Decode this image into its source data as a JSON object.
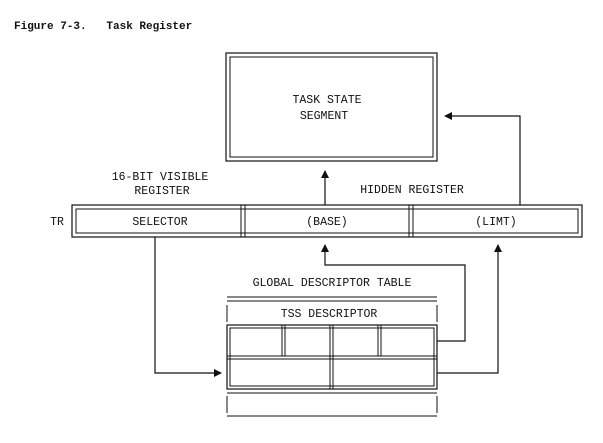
{
  "figure": {
    "title": "Figure 7-3.   Task Register"
  },
  "tss_box": {
    "line1": "TASK STATE",
    "line2": "SEGMENT"
  },
  "visible_label": {
    "line1": "16-BIT VISIBLE",
    "line2": "REGISTER"
  },
  "hidden_label": "HIDDEN REGISTER",
  "tr": {
    "name": "TR",
    "fields": [
      "SELECTOR",
      "(BASE)",
      "(LIMT)"
    ]
  },
  "gdt": {
    "title": "GLOBAL DESCRIPTOR TABLE",
    "descriptor_label": "TSS DESCRIPTOR"
  }
}
